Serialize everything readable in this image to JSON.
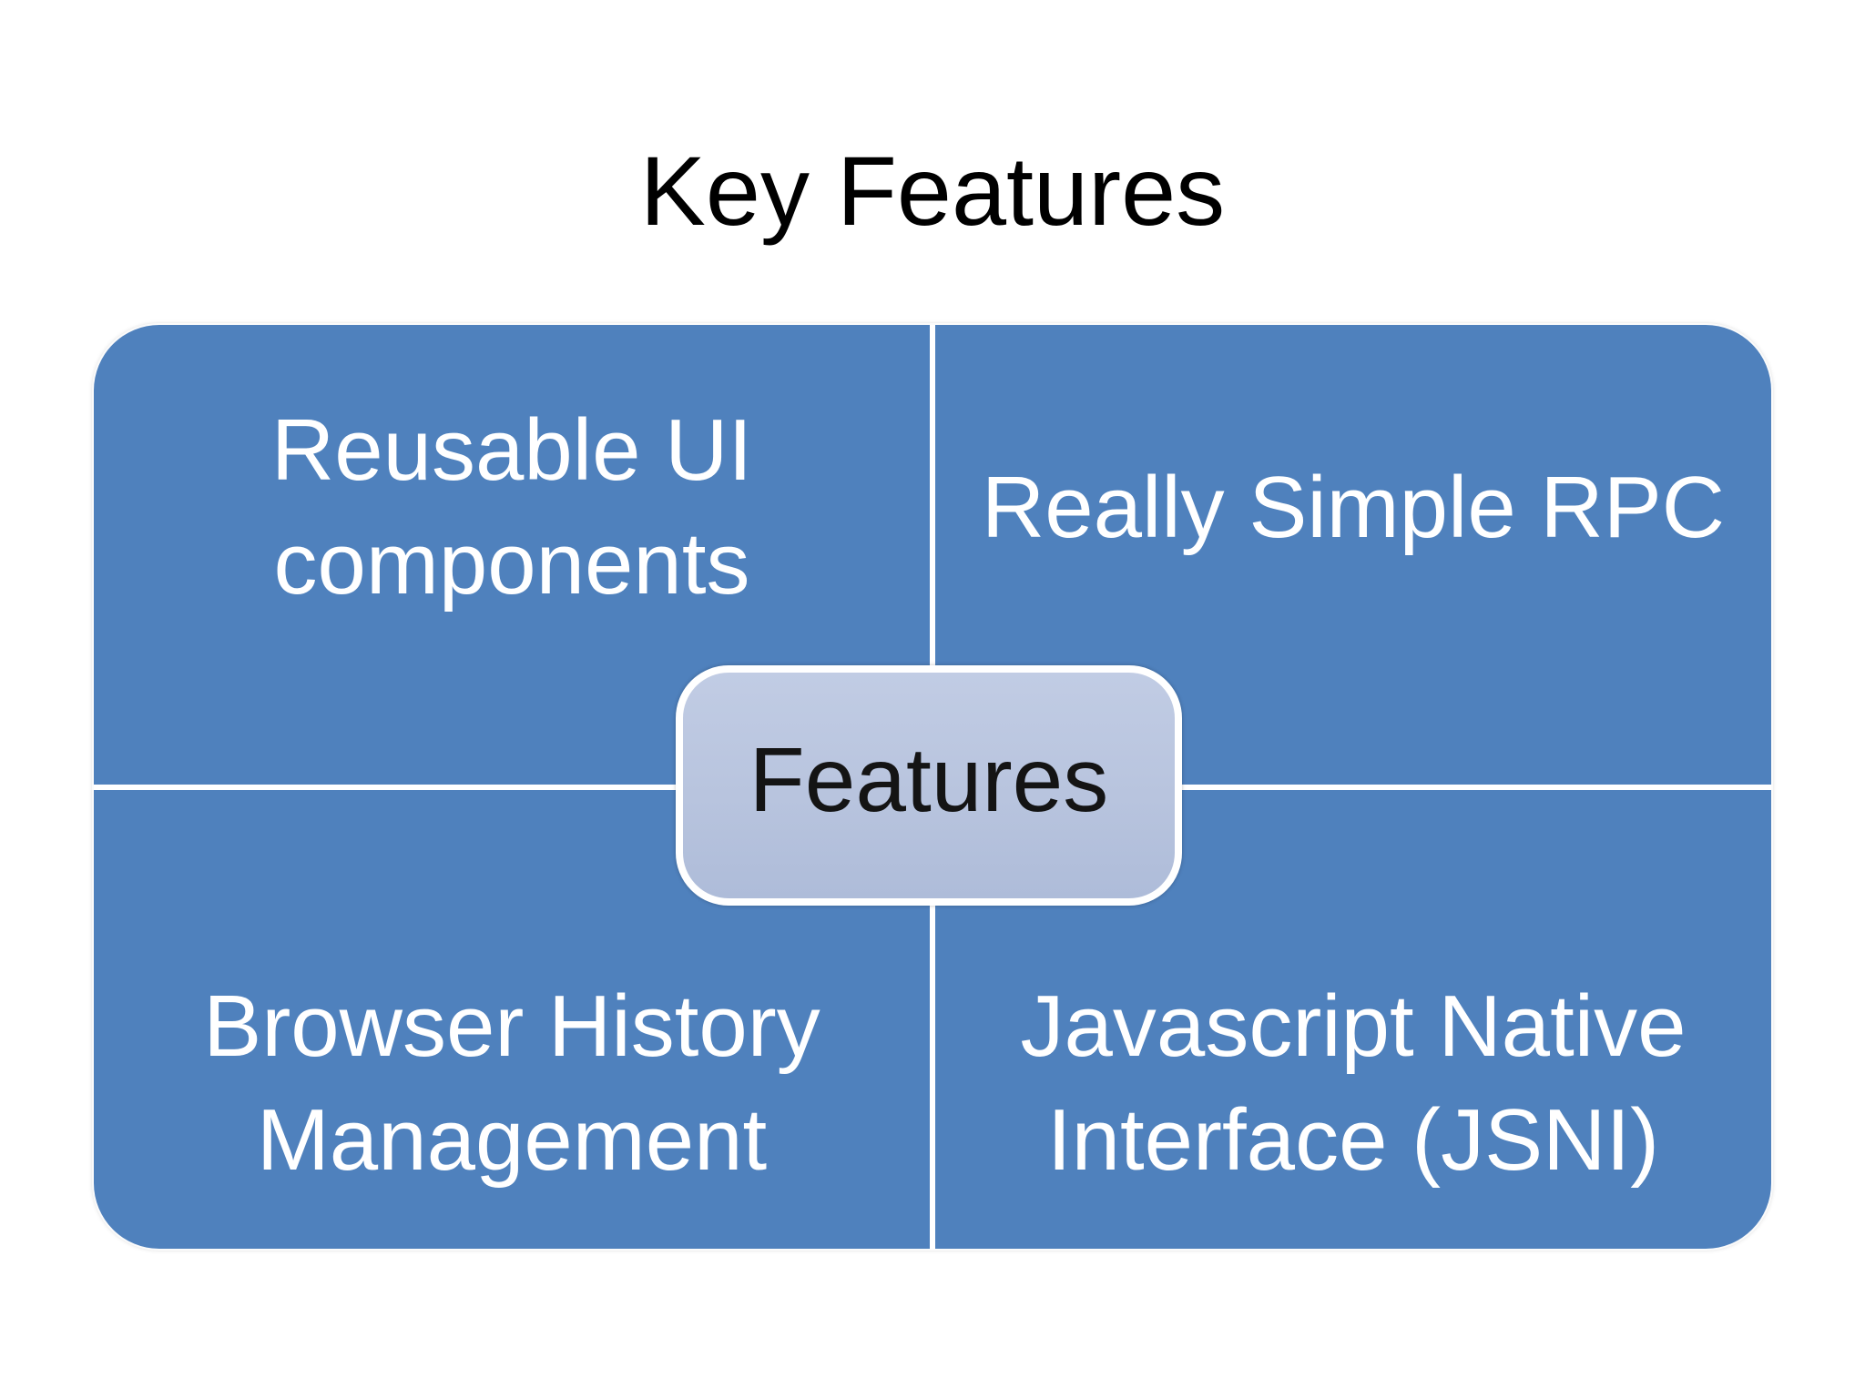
{
  "slide": {
    "title": "Key Features",
    "background_color": "#ffffff",
    "title_color": "#000000"
  },
  "diagram": {
    "type": "quadrant-matrix",
    "center_label": "Features",
    "quadrants": [
      {
        "position": "top-left",
        "label": "Reusable UI components"
      },
      {
        "position": "top-right",
        "label": "Really Simple RPC"
      },
      {
        "position": "bottom-left",
        "label": "Browser History Management"
      },
      {
        "position": "bottom-right",
        "label": "Javascript Native Interface (JSNI)"
      }
    ],
    "colors": {
      "quadrant_fill": "#4f81bd",
      "quadrant_text": "#ffffff",
      "center_fill": "#b8c4de",
      "center_text": "#141414",
      "divider": "#ffffff"
    }
  }
}
